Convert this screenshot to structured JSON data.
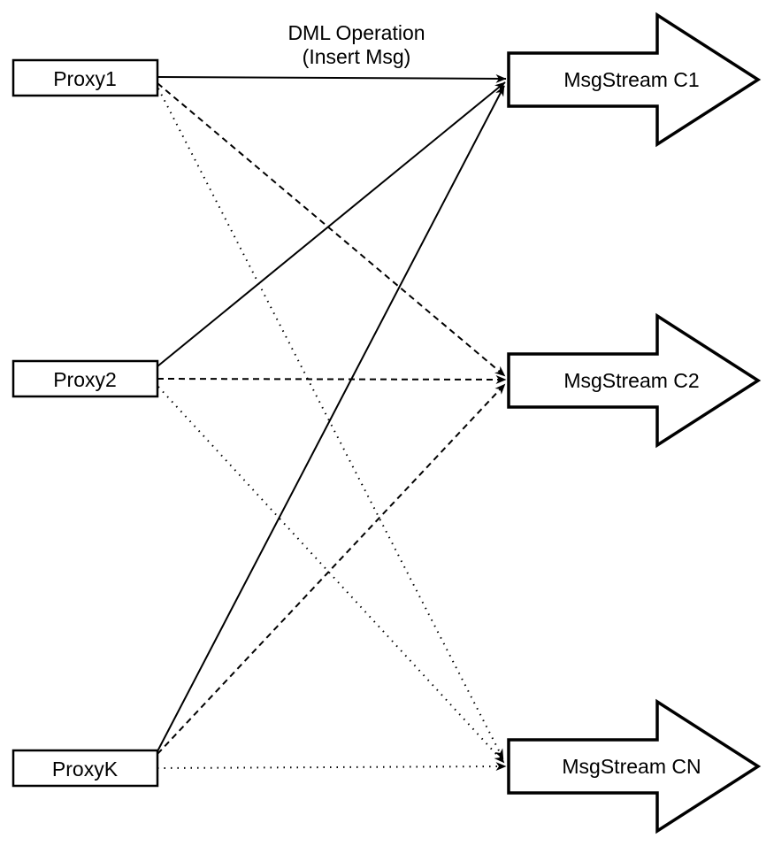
{
  "diagram": {
    "background_color": "#ffffff",
    "stroke_color": "#000000",
    "text_color": "#000000",
    "annotation": {
      "line1": "DML Operation",
      "line2": "(Insert Msg)"
    },
    "proxies": [
      {
        "label": "Proxy1"
      },
      {
        "label": "Proxy2"
      },
      {
        "label": "ProxyK"
      }
    ],
    "streams": [
      {
        "label": "MsgStream C1"
      },
      {
        "label": "MsgStream C2"
      },
      {
        "label": "MsgStream CN"
      }
    ],
    "edges": [
      {
        "from": "Proxy1",
        "to": "MsgStream C1",
        "style": "solid",
        "label": "DML Operation (Insert Msg)"
      },
      {
        "from": "Proxy2",
        "to": "MsgStream C1",
        "style": "solid",
        "label": ""
      },
      {
        "from": "ProxyK",
        "to": "MsgStream C1",
        "style": "solid",
        "label": ""
      },
      {
        "from": "Proxy1",
        "to": "MsgStream C2",
        "style": "dashed",
        "label": ""
      },
      {
        "from": "Proxy2",
        "to": "MsgStream C2",
        "style": "dashed",
        "label": ""
      },
      {
        "from": "ProxyK",
        "to": "MsgStream C2",
        "style": "dashed",
        "label": ""
      },
      {
        "from": "Proxy1",
        "to": "MsgStream CN",
        "style": "dotted",
        "label": ""
      },
      {
        "from": "Proxy2",
        "to": "MsgStream CN",
        "style": "dotted",
        "label": ""
      },
      {
        "from": "ProxyK",
        "to": "MsgStream CN",
        "style": "dotted",
        "label": ""
      }
    ]
  }
}
